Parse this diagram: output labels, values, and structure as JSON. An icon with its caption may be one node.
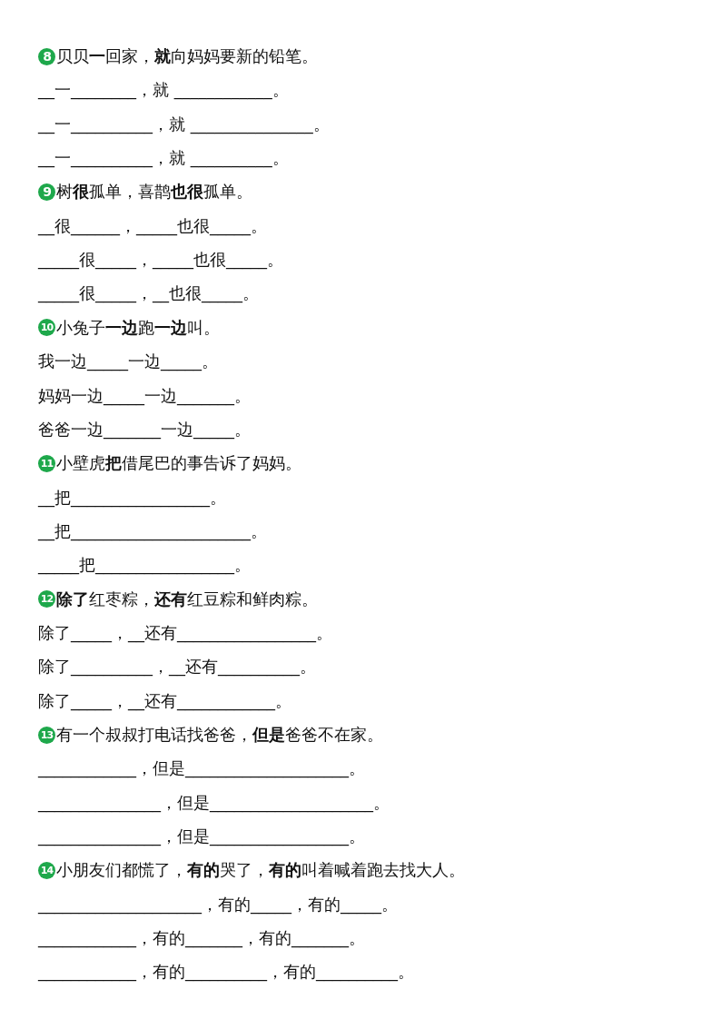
{
  "diagram": {
    "labels": [
      "8",
      "贝贝**一**回家，**就**向妈妈要新的铅笔。",
      "__一________，就 ____________。",
      "__一__________，就 _______________。",
      "__一__________，就 __________。",
      "9",
      "树**很**孤单，喜鹊**也很**孤单。",
      "__很______，_____也很_____。",
      "_____很_____，_____也很_____。",
      "_____很_____，__也很_____。",
      "10",
      "小兔子**一边**跑**一边**叫。",
      "我一边_____一边_____。",
      "妈妈一边_____一边_______。",
      "爸爸一边_______一边_____。",
      "11",
      "小壁虎**把**借尾巴的事告诉了妈妈。",
      "__把_________________。",
      "__把______________________。",
      "_____把_________________。",
      "12",
      "**除了**红枣粽，**还有**红豆粽和鲜肉粽。",
      "除了_____，__还有_________________。",
      "除了__________，__还有__________。",
      "除了_____，__还有____________。",
      "13",
      "有一个叔叔打电话找爸爸，**但是**爸爸不在家。",
      "____________，但是____________________。",
      "_______________，但是____________________。",
      "_______________，但是_________________。",
      "14",
      "小朋友们都慌了，**有的**哭了，**有的**叫着喊着跑去找大人。",
      "____________________，有的_____，有的_____。",
      "____________，有的_______，有的_______。",
      "____________，有的__________，有的__________。"
    ]
  }
}
